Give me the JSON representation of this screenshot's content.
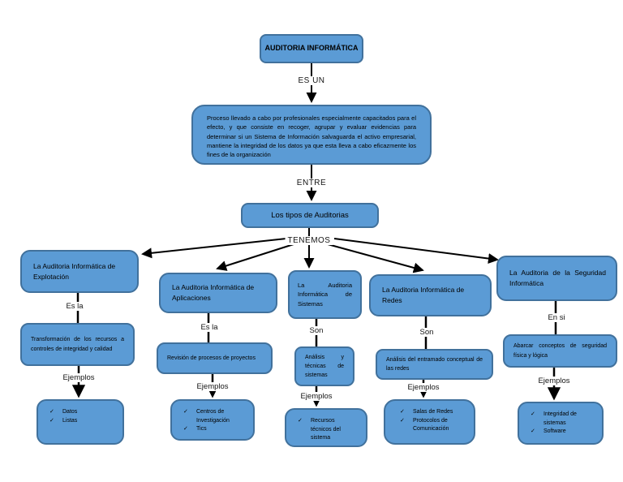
{
  "root": {
    "title": "AUDITORIA INFORMÁTICA"
  },
  "description": "Proceso llevado a cabo por profesionales especialmente capacitados para el efecto, y que consiste en recoger, agrupar y evaluar evidencias para determinar si un Sistema de Información salvaguarda el activo empresarial, mantiene la integridad de los datos ya que esta lleva a cabo eficazmente los fines de la organización",
  "tipos": "Los tipos de Auditorias",
  "links": {
    "es_un": "ES UN",
    "entre": "ENTRE",
    "tenemos": "TENEMOS"
  },
  "glyphs": {
    "check": "✓"
  },
  "colors": {
    "node_fill": "#5b9bd5",
    "node_border": "#41719c",
    "connector": "#000000",
    "background": "#ffffff"
  },
  "branches": [
    {
      "header": "La Auditoria Informática de Explotación",
      "link": "Es la",
      "detail": "Transformación de los recursos a controles de integridad y calidad",
      "examples_label": "Ejemplos",
      "examples": [
        "Datos",
        "Listas"
      ]
    },
    {
      "header": "La Auditoria Informática de Aplicaciones",
      "link": "Es la",
      "detail": "Revisión de procesos de proyectos",
      "examples_label": "Ejemplos",
      "examples": [
        "Centros de Investigación",
        "Tics"
      ]
    },
    {
      "header": "La Auditoria Informática de Sistemas",
      "link": "Son",
      "detail": "Análisis y técnicas de sistemas",
      "examples_label": "Ejemplos",
      "examples": [
        "Recursos técnicos del sistema"
      ]
    },
    {
      "header": "La Auditoria Informática de Redes",
      "link": "Son",
      "detail": "Análisis del entramado conceptual de las redes",
      "examples_label": "Ejemplos",
      "examples": [
        "Salas de Redes",
        "Protocolos de Comunicación"
      ]
    },
    {
      "header": "La Auditoria de la Seguridad Informática",
      "link": "En si",
      "detail": "Abarcar conceptos de seguridad física y lógica",
      "examples_label": "Ejemplos",
      "examples": [
        "Integridad de sistemas",
        "Software"
      ]
    }
  ]
}
